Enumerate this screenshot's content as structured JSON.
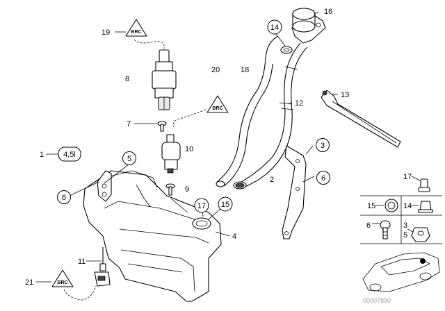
{
  "callouts": {
    "c1": "1",
    "c2": "2",
    "c3": "3",
    "c4": "4",
    "c5": "5",
    "c6": "6",
    "c7": "7",
    "c8": "8",
    "c9": "9",
    "c10": "10",
    "c11": "11",
    "c12": "12",
    "c13": "13",
    "c14": "14",
    "c15": "15",
    "c16": "16",
    "c17": "17",
    "c18": "18",
    "c19": "19",
    "c20": "20",
    "c21": "21"
  },
  "circled": {
    "c5": "5",
    "c6": "6",
    "c17": "17",
    "c15": "15",
    "c3": "3",
    "c6b": "6",
    "c14": "14"
  },
  "qty_badge": "4,5l",
  "grid": {
    "g17": "17",
    "g15": "15",
    "g14": "14",
    "g6": "6",
    "g3": "3",
    "g5": "5"
  },
  "warning_symbol_text": "BRC",
  "reference_number": "00007890"
}
